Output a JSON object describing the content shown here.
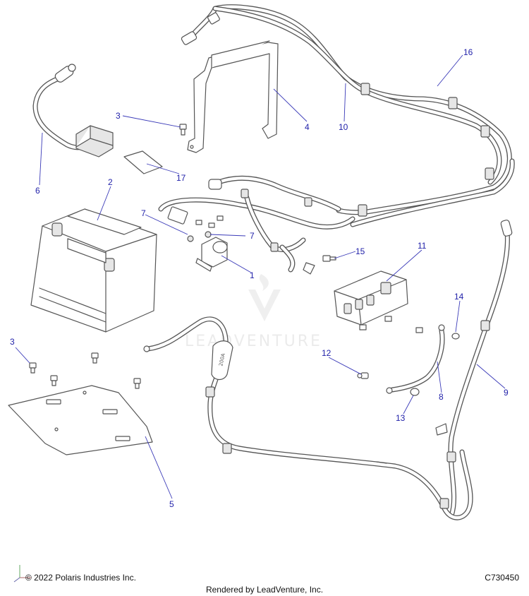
{
  "diagram": {
    "watermark": "LEADVENTURE",
    "callouts": {
      "c1": "1",
      "c2": "2",
      "c3a": "3",
      "c3b": "3",
      "c4": "4",
      "c5": "5",
      "c6": "6",
      "c7a": "7",
      "c7b": "7",
      "c8": "8",
      "c9": "9",
      "c10": "10",
      "c11": "11",
      "c12": "12",
      "c13": "13",
      "c14": "14",
      "c15": "15",
      "c16": "16",
      "c17": "17"
    },
    "cable_marking": "200A",
    "accent_color": "#2222aa"
  },
  "footer": {
    "copyright": "© 2022 Polaris Industries Inc.",
    "figure_id": "C730450",
    "rendered_by": "Rendered by LeadVenture, Inc."
  }
}
